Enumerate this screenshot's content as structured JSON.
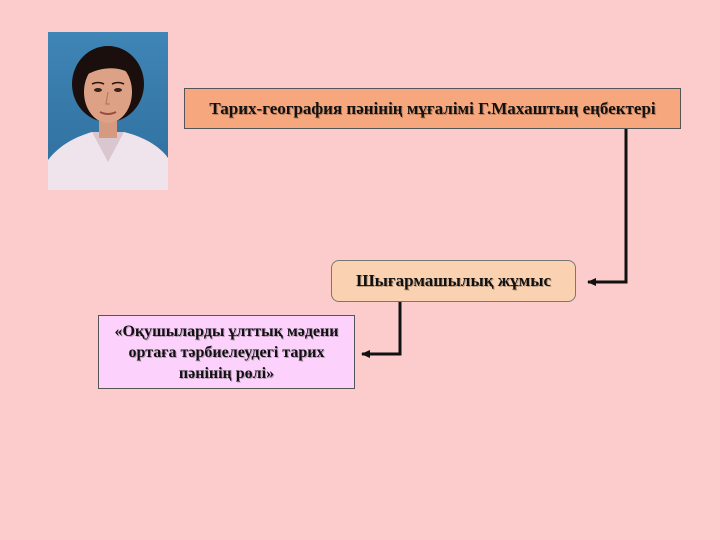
{
  "slide": {
    "background": "#fccccc",
    "photo_alt": "portrait-photo",
    "title_box": {
      "text": "Тарих-география пәнінің мұғалімі Г.Махаштың еңбектері",
      "color": "#f6a77d"
    },
    "middle_box": {
      "text": "Шығармашылық жұмыс",
      "color": "#fbd2b1"
    },
    "bottom_box": {
      "text": "«Оқушыларды ұлттық мәдени ортаға тәрбиелеудегі тарих пәнінің рөлі»",
      "color": "#fcd2fc"
    },
    "connector_color": "#111111"
  }
}
